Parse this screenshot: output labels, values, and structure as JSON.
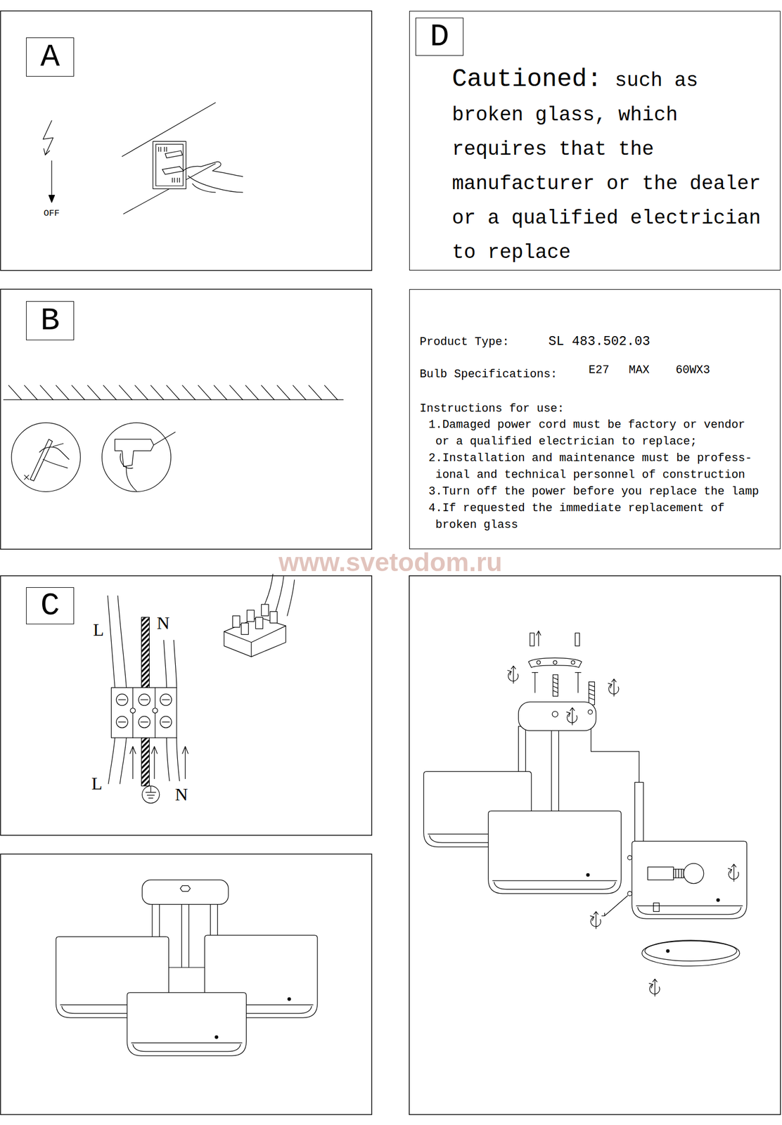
{
  "diagram": {
    "nodes": [
      {
        "text": [
          "A"
        ]
      },
      {
        "text": [
          "Cautioned:",
          "such as broken glass, which requires that the manufacturer or the dealer or a qualified electrician to replace"
        ]
      },
      {
        "text": [
          "D"
        ],
        "in": 1
      },
      {
        "text": [
          "B"
        ]
      },
      {
        "text": [
          "Product Type:",
          "SL 483.502.03",
          "Bulb Specifications:",
          "E27",
          "MAX",
          "60WX3",
          "Instructions for use:",
          "1.Damaged power cord must be factory or vendor or a qualified electrician to replace;",
          "2.Installation and maintenance must be profess- ional and technical personnel of construction",
          "3.Turn off the power before you replace the lamp",
          "4.If requested the immediate replacement of broken glass"
        ]
      },
      {
        "text": [
          "C"
        ]
      }
    ],
    "labels": [
      "OFF",
      "www.svetodom.ru",
      "L",
      "N",
      "L",
      "N"
    ]
  }
}
